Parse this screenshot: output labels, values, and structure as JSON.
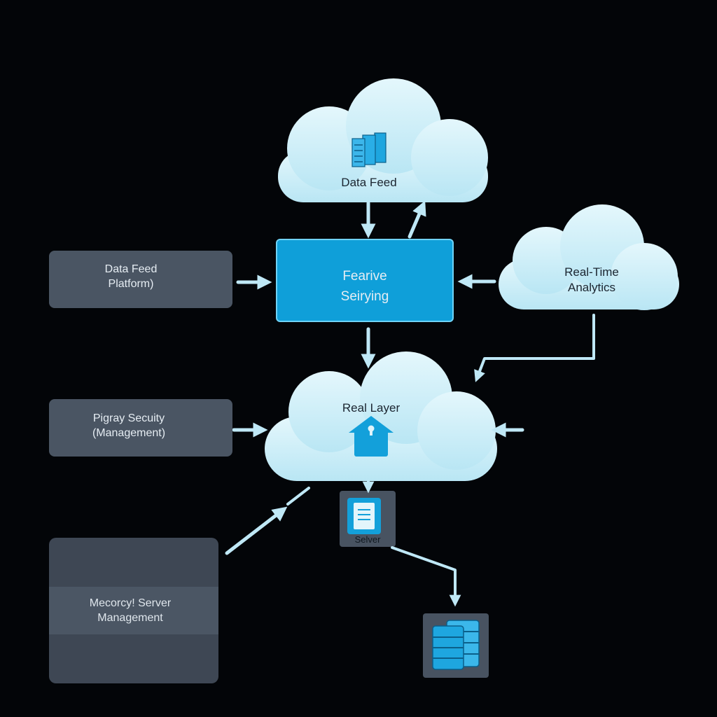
{
  "nodes": {
    "data_feed_cloud": {
      "label": "Data Feed",
      "icon": "server-rack-icon"
    },
    "feature_serving": {
      "line1": "Fearive",
      "line2": "Seirying"
    },
    "data_feed_platform": {
      "line1": "Data Feed",
      "line2": "Platform)"
    },
    "realtime_analytics": {
      "line1": "Real-Time",
      "line2": "Analytics"
    },
    "real_layer": {
      "label": "Real Layer",
      "icon": "house-icon"
    },
    "security_mgmt": {
      "line1": "Pigray Secuity",
      "line2": "(Management)"
    },
    "server": {
      "label": "Selver",
      "icon": "server-icon"
    },
    "server_mgmt": {
      "line1": "Mecorcy! Server",
      "line2": "Management"
    },
    "database": {
      "icon": "database-icon"
    }
  },
  "colors": {
    "background": "#030508",
    "cloud": "#c4ecf7",
    "accent": "#0f9fd9",
    "box": "#4a5563",
    "arrow": "#bfe8f6"
  }
}
